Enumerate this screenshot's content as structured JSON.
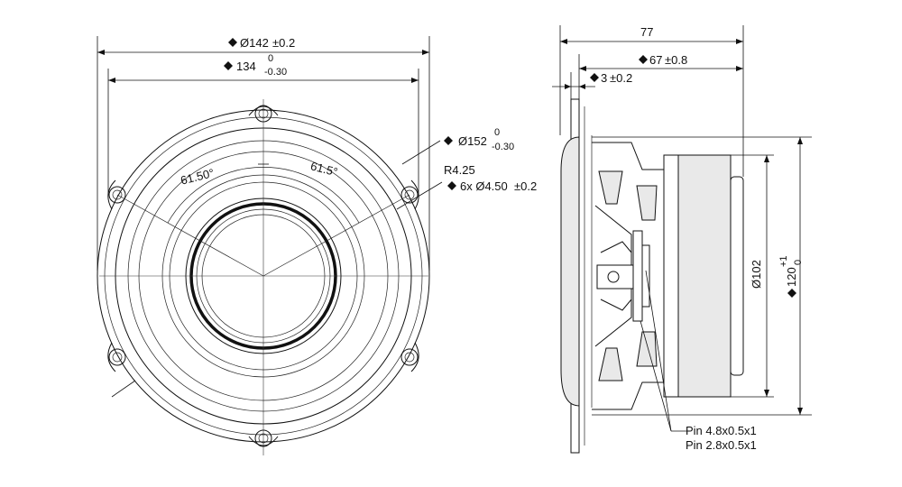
{
  "front_view": {
    "dim_outer": {
      "prefix": "Ø142",
      "tol": "±0.2"
    },
    "dim_holes": {
      "prefix": "134",
      "tol_upper": "0",
      "tol_lower": "-0.30"
    },
    "dim_frame": {
      "prefix": "Ø152",
      "tol_upper": "0",
      "tol_lower": "-0.30"
    },
    "radius": "R4.25",
    "holes": {
      "prefix": "6x Ø4.50",
      "tol": "±0.2"
    },
    "angle_left": "61.50°",
    "angle_right": "61.5°"
  },
  "side_view": {
    "dim_depth": "77",
    "dim_67": {
      "prefix": "67",
      "tol": "±0.8"
    },
    "dim_3": {
      "prefix": "3",
      "tol": "±0.2"
    },
    "dim_magnet": "Ø102",
    "dim_cutout": {
      "prefix": "120",
      "tol_upper": "+1",
      "tol_lower": "0"
    },
    "pin_labels": [
      "Pin 4.8x0.5x1",
      "Pin 2.8x0.5x1"
    ]
  }
}
